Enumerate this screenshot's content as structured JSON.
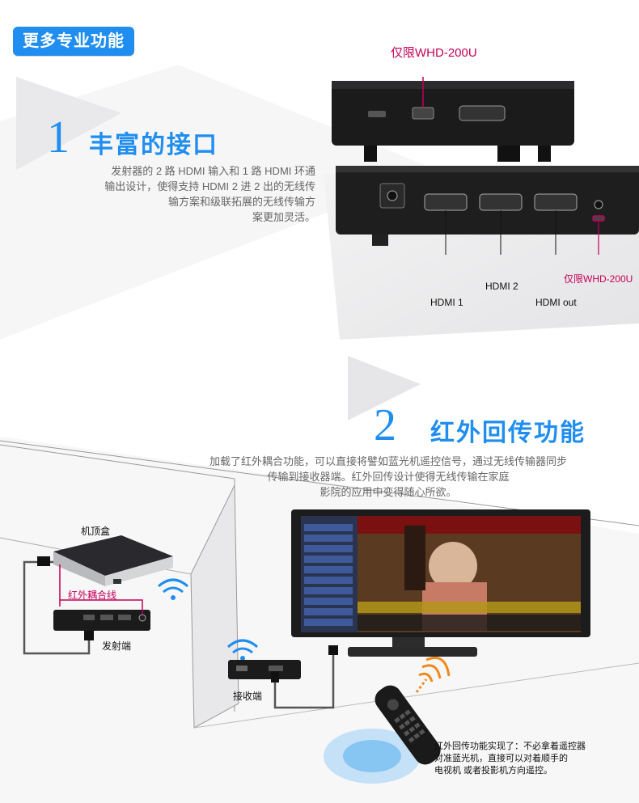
{
  "header": {
    "badge": "更多专业功能"
  },
  "section1": {
    "number": "1",
    "title": "丰富的接口",
    "description_lines": [
      "发射器的 2 路 HDMI 输入和 1 路 HDMI 环通",
      "输出设计，使得支持 HDMI 2 进 2 出的无线传",
      "输方案和级联拓展的无线传输方",
      "案更加灵活。"
    ],
    "device_top_tag": "仅限WHD-200U",
    "device_side_tag": "仅限WHD-200U",
    "port_labels": {
      "hdmi1": "HDMI 1",
      "hdmi2": "HDMI 2",
      "hdmi_out": "HDMI out"
    }
  },
  "section2": {
    "number": "2",
    "title": "红外回传功能",
    "description_lines": [
      "加载了红外耦合功能，可以直接将譬如蓝光机遥控信号，通过无线传输器同步",
      "传输到接收器端。红外回传设计使得无线传输在家庭",
      "影院的应用中变得随心所欲。"
    ],
    "labels": {
      "set_top_box": "机顶盒",
      "ir_cable": "红外耦合线",
      "transmitter": "发射端",
      "receiver": "接收端"
    },
    "note_lines": [
      "红外回传功能实现了：不必拿着遥控器",
      "对准蓝光机，直接可以对着顺手的",
      "电视机 或者投影机方向遥控。"
    ]
  },
  "colors": {
    "accent": "#1f8ef0",
    "tag": "#c40059"
  }
}
